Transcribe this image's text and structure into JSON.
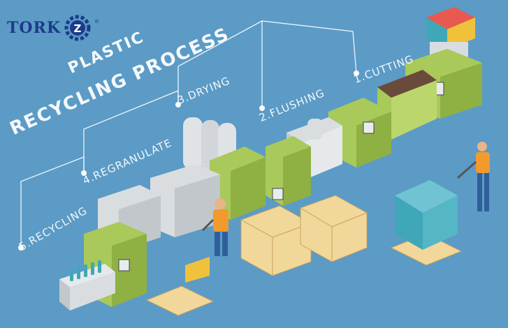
{
  "brand": {
    "name": "TORK",
    "mark": "Z",
    "reg": "®"
  },
  "title": {
    "line1": "PLASTIC",
    "line2": "RECYCLING PROCESS"
  },
  "steps": [
    {
      "label": "1.CUTTING"
    },
    {
      "label": "2.FLUSHING"
    },
    {
      "label": "3.DRYING"
    },
    {
      "label": "4.REGRANULATE"
    },
    {
      "label": "5.RECYCLING"
    }
  ],
  "colors": {
    "background": "#5b9bc6",
    "machine_green": "#a9c95a",
    "machine_grey": "#d9dde0",
    "pallet": "#f1d89a",
    "worker_vest": "#f29a2e",
    "bottles": "#3fa7b8",
    "brand": "#1d3b8a"
  }
}
